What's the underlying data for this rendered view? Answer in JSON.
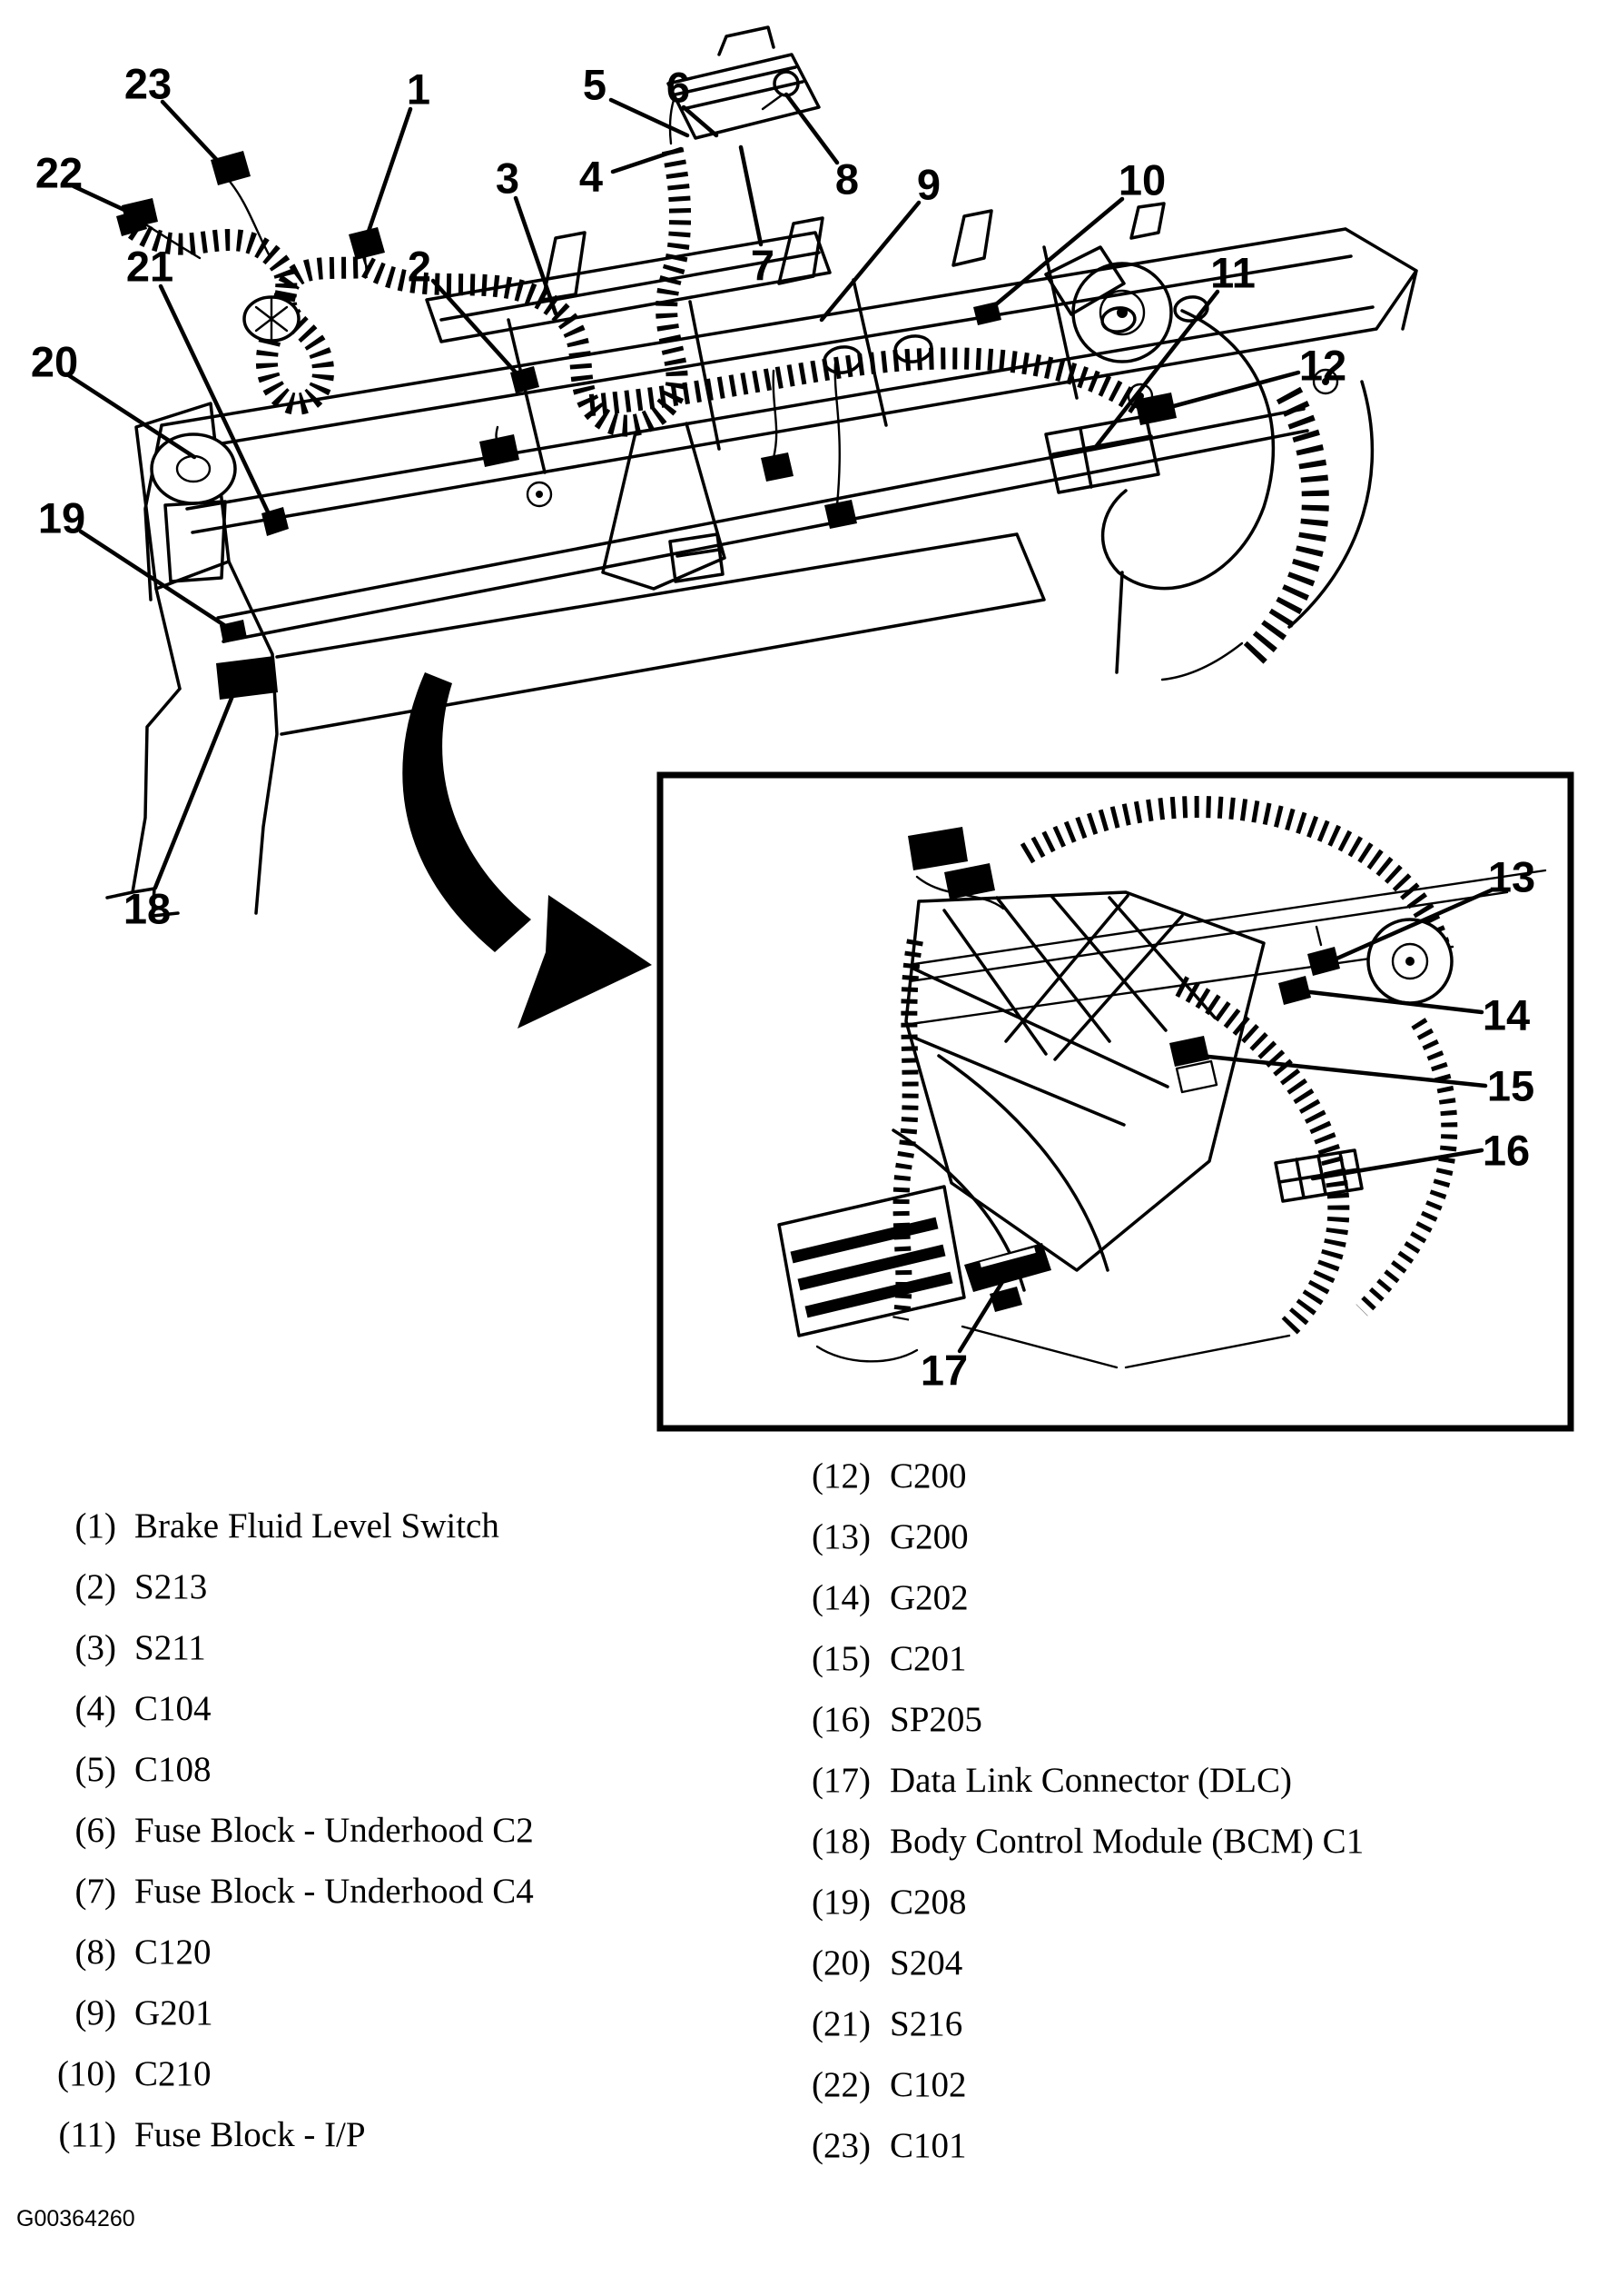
{
  "meta": {
    "document_id": "G00364260",
    "ink_color": "#000000",
    "paper_color": "#ffffff",
    "figure_type": "instrument-panel wiring harness routing line drawing with numbered callouts and detail inset"
  },
  "callouts": {
    "1": "1",
    "2": "2",
    "3": "3",
    "4": "4",
    "5": "5",
    "6": "6",
    "7": "7",
    "8": "8",
    "9": "9",
    "10": "10",
    "11": "11",
    "12": "12",
    "13": "13",
    "14": "14",
    "15": "15",
    "16": "16",
    "17": "17",
    "18": "18",
    "19": "19",
    "20": "20",
    "21": "21",
    "22": "22",
    "23": "23"
  },
  "legend": {
    "left": [
      {
        "num": "(1)",
        "label": "Brake Fluid Level Switch"
      },
      {
        "num": "(2)",
        "label": "S213"
      },
      {
        "num": "(3)",
        "label": "S211"
      },
      {
        "num": "(4)",
        "label": "C104"
      },
      {
        "num": "(5)",
        "label": "C108"
      },
      {
        "num": "(6)",
        "label": "Fuse Block - Underhood C2"
      },
      {
        "num": "(7)",
        "label": "Fuse Block - Underhood C4"
      },
      {
        "num": "(8)",
        "label": "C120"
      },
      {
        "num": "(9)",
        "label": "G201"
      },
      {
        "num": "(10)",
        "label": "C210"
      },
      {
        "num": "(11)",
        "label": "Fuse Block - I/P"
      }
    ],
    "right": [
      {
        "num": "(12)",
        "label": "C200"
      },
      {
        "num": "(13)",
        "label": "G200"
      },
      {
        "num": "(14)",
        "label": "G202"
      },
      {
        "num": "(15)",
        "label": "C201"
      },
      {
        "num": "(16)",
        "label": "SP205"
      },
      {
        "num": "(17)",
        "label": "Data Link Connector (DLC)"
      },
      {
        "num": "(18)",
        "label": "Body Control Module (BCM) C1"
      },
      {
        "num": "(19)",
        "label": "C208"
      },
      {
        "num": "(20)",
        "label": "S204"
      },
      {
        "num": "(21)",
        "label": "S216"
      },
      {
        "num": "(22)",
        "label": "C102"
      },
      {
        "num": "(23)",
        "label": "C101"
      }
    ]
  }
}
